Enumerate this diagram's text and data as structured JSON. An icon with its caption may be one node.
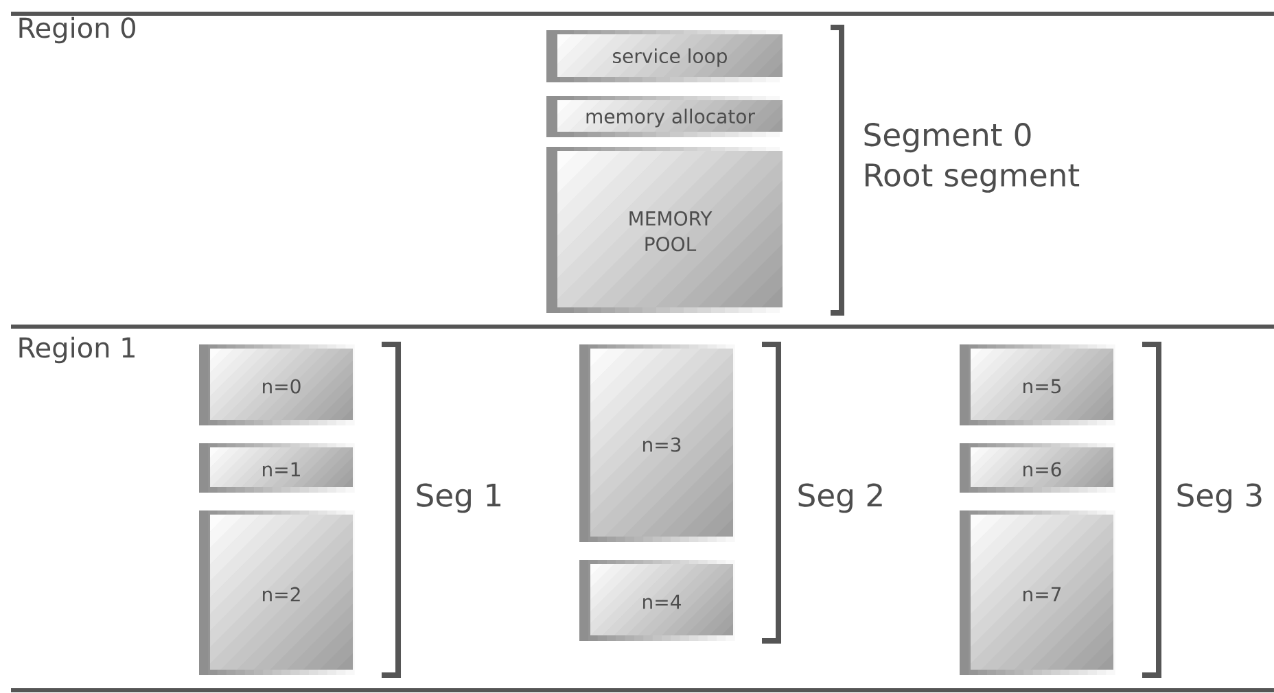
{
  "diagram": {
    "nodes": [
      {
        "text": [
          "service loop"
        ]
      },
      {
        "text": [
          "memory allocator"
        ]
      },
      {
        "text": [
          "MEMORY POOL"
        ]
      },
      {
        "text": [
          "n=0"
        ]
      },
      {
        "text": [
          "n=1"
        ]
      },
      {
        "text": [
          "n=2"
        ]
      },
      {
        "text": [
          "n=3"
        ]
      },
      {
        "text": [
          "n=4"
        ]
      },
      {
        "text": [
          "n=5"
        ]
      },
      {
        "text": [
          "n=6"
        ]
      },
      {
        "text": [
          "n=7"
        ]
      }
    ],
    "labels": [
      "Region 0",
      "Segment 0 Root segment",
      "Region 1",
      "Seg 1",
      "Seg 2",
      "Seg 3"
    ]
  }
}
